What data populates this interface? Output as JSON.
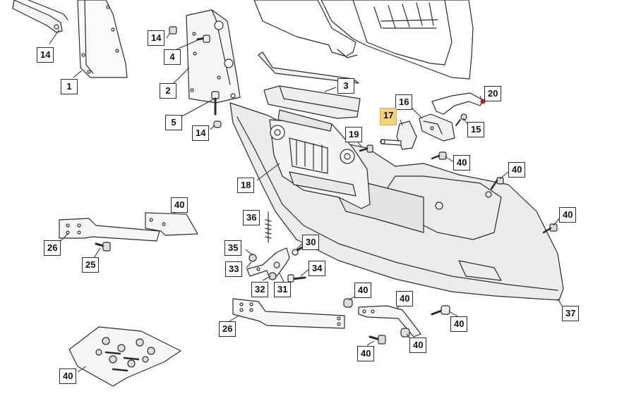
{
  "callouts": {
    "c14a": "14",
    "c1": "1",
    "c14b": "14",
    "c4": "4",
    "c2": "2",
    "c5": "5",
    "c14c": "14",
    "c3": "3",
    "c16": "16",
    "c17": "17",
    "c20": "20",
    "c15": "15",
    "c19": "19",
    "c18": "18",
    "c40a": "40",
    "c40b": "40",
    "c40c": "40",
    "c40d": "40",
    "c26a": "26",
    "c25": "25",
    "c36": "36",
    "c35": "35",
    "c30": "30",
    "c33": "33",
    "c34": "34",
    "c32": "32",
    "c31": "31",
    "c37": "37",
    "c40e": "40",
    "c40f": "40",
    "c40g": "40",
    "c40h": "40",
    "c40i": "40",
    "c40j": "40",
    "c26b": "26"
  },
  "colors": {
    "highlight": "#f6d27a",
    "marker": "#e0192a",
    "line": "#2b2b2b",
    "panel": "#ececec"
  }
}
